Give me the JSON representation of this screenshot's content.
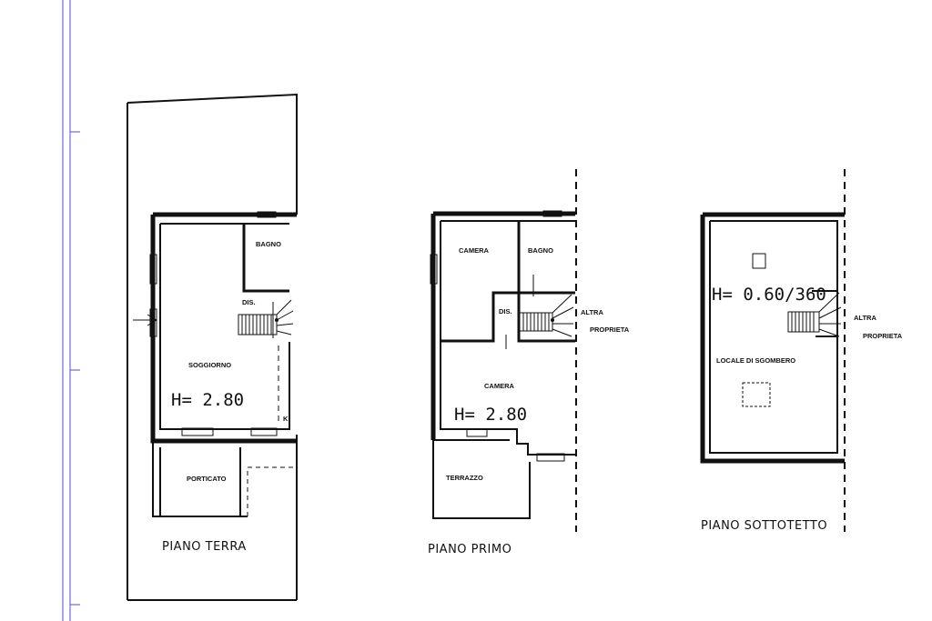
{
  "plans": {
    "terra": {
      "floor_label": "PIANO TERRA",
      "rooms": {
        "bagno": "BAGNO",
        "dis": "DIS.",
        "soggiorno": "SOGGIORNO",
        "k": "K",
        "porticato": "PORTICATO"
      },
      "height": "H= 2.80"
    },
    "primo": {
      "floor_label": "PIANO PRIMO",
      "rooms": {
        "camera1": "CAMERA",
        "bagno": "BAGNO",
        "dis": "DIS.",
        "camera2": "CAMERA",
        "terrazzo": "TERRAZZO"
      },
      "height": "H= 2.80",
      "neighbor": [
        "ALTRA",
        "PROPRIETA"
      ]
    },
    "sottotetto": {
      "floor_label": "PIANO SOTTOTETTO",
      "rooms": {
        "locale": "LOCALE DI SGOMBERO"
      },
      "height": "H= 0.60/360",
      "neighbor": [
        "ALTRA",
        "PROPRIETA"
      ]
    }
  }
}
